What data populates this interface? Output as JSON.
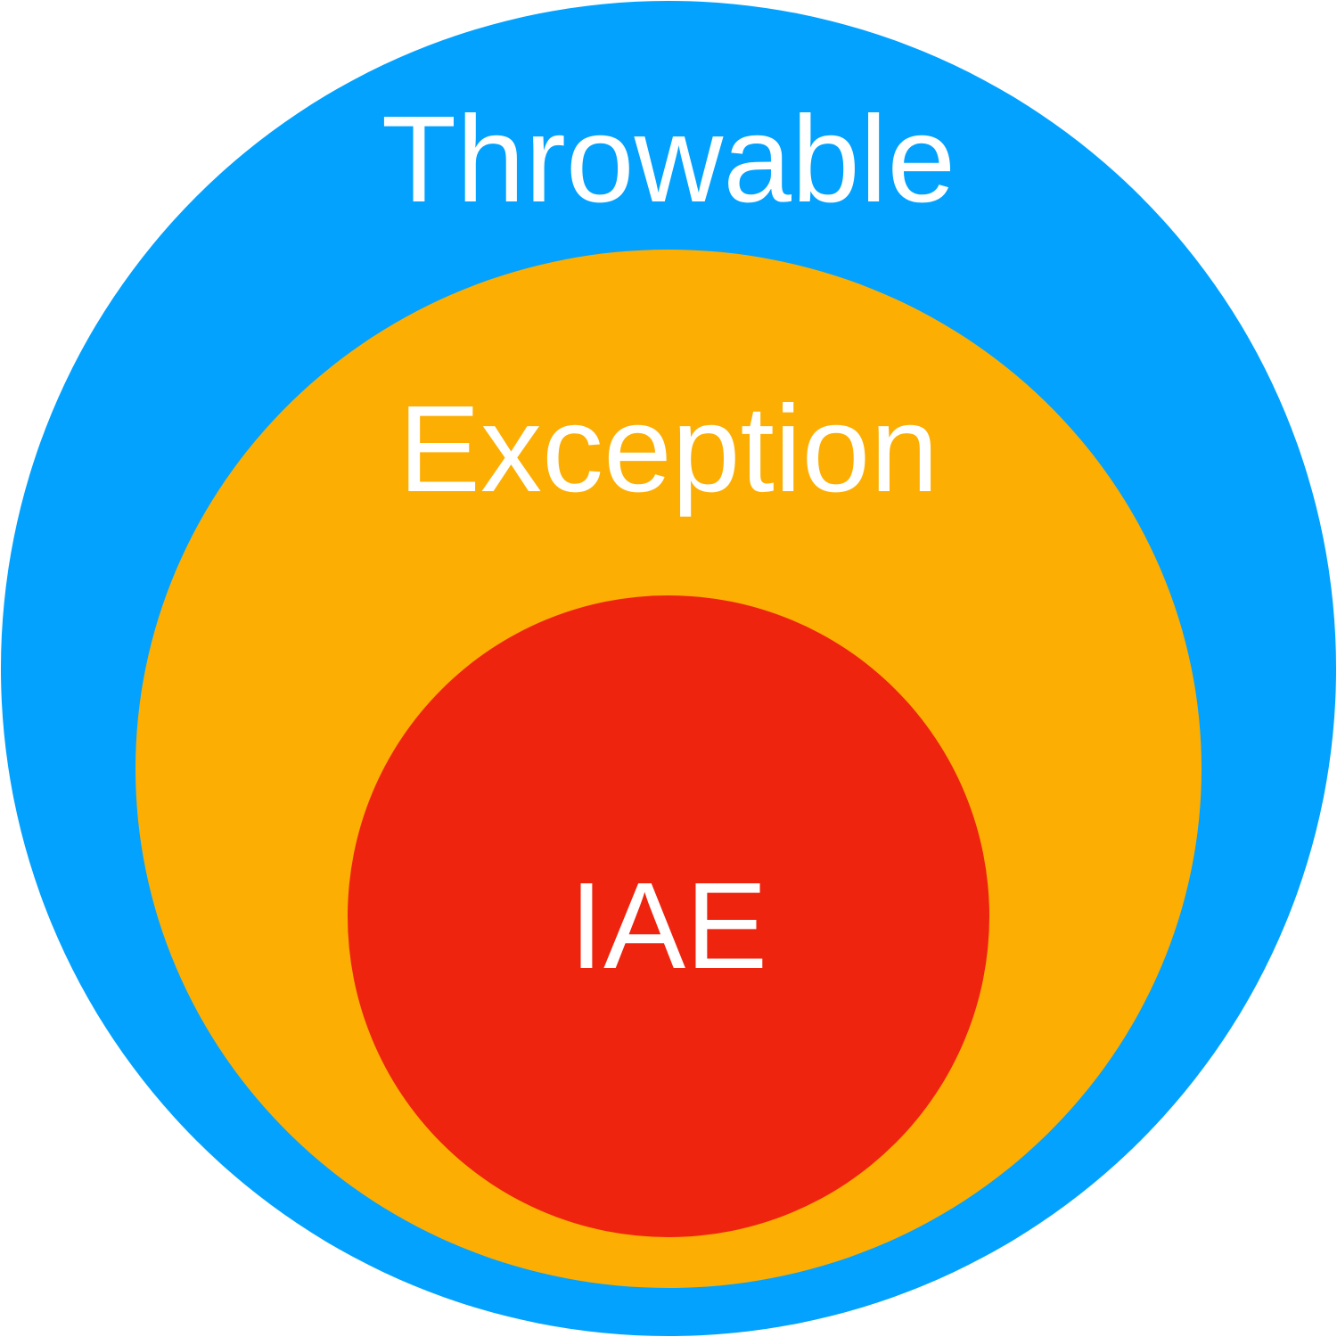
{
  "diagram": {
    "type": "nested-circles",
    "levels": [
      {
        "label": "Throwable",
        "color": "#02A2FE"
      },
      {
        "label": "Exception",
        "color": "#FCAE03"
      },
      {
        "label": "IAE",
        "color": "#EE240E"
      }
    ]
  }
}
